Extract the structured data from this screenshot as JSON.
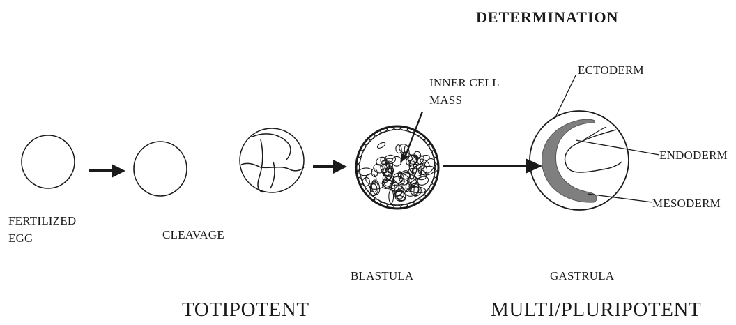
{
  "heading": "DETERMINATION",
  "stages": {
    "egg": {
      "line1": "FERTILIZED",
      "line2": "EGG"
    },
    "cleavage": "CLEAVAGE",
    "blastula": "BLASTULA",
    "gastrula": "GASTRULA"
  },
  "annotations": {
    "inner_cell_mass_line1": "INNER CELL",
    "inner_cell_mass_line2": "MASS",
    "ectoderm": "ECTODERM",
    "endoderm": "ENDODERM",
    "mesoderm": "MESODERM"
  },
  "potency": {
    "left": "TOTIPOTENT",
    "right": "MULTI/PLURIPOTENT"
  },
  "colors": {
    "mesoderm_fill": "#7f7f7f",
    "line": "#1a1a1a"
  }
}
